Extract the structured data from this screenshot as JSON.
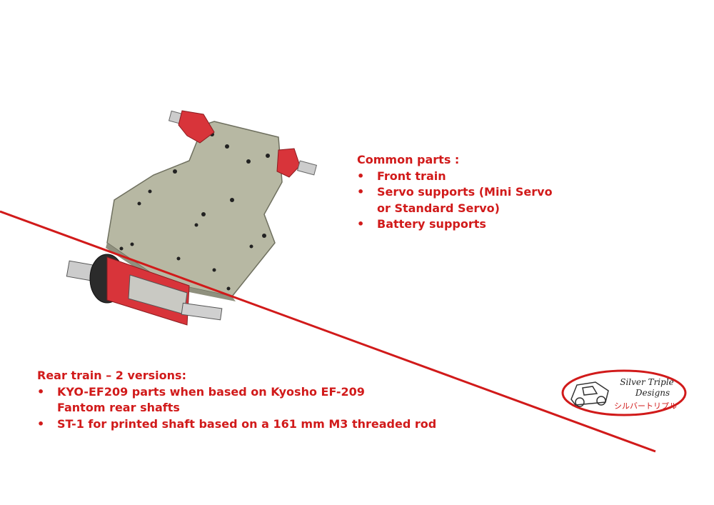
{
  "common_parts": {
    "title": "Common parts :",
    "items": [
      "Front train",
      "Servo supports (Mini Servo or Standard Servo)",
      "Battery supports"
    ]
  },
  "rear_train": {
    "title": "Rear train – 2 versions:",
    "items": [
      "KYO-EF209 parts when based on Kyosho EF-209 Fantom rear shafts",
      "ST-1 for printed shaft based on a 161 mm M3 threaded rod"
    ]
  },
  "logo": {
    "line1": "Silver Triple",
    "line2": "Designs",
    "katakana": "シルバートリプル"
  },
  "colors": {
    "accent": "#d11a1a",
    "plate": "#b7b8a3",
    "part_red": "#d8343a"
  }
}
